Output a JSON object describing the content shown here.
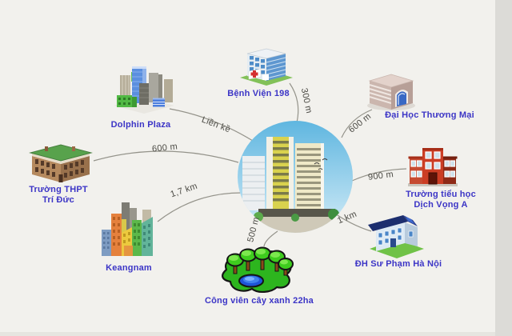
{
  "title": "Project location infographic",
  "colors": {
    "background": "#f2f1ed",
    "band": "#dcdbd7",
    "label": "#3c35c6",
    "distance": "#4b4a44",
    "line": "#8e8d85"
  },
  "center": {
    "icon": "apartment-complex-photo"
  },
  "landmarks": [
    {
      "id": "benh-vien-198",
      "label": "Bệnh Viện 198",
      "distance": "300 m",
      "icon": "hospital-building-icon"
    },
    {
      "id": "dai-hoc-thuong-mai",
      "label": "Đại Học Thương Mại",
      "distance": "600 m",
      "icon": "university-building-icon"
    },
    {
      "id": "truong-tieu-hoc-dich-vong-a",
      "label": "Trường tiểu học",
      "label2": "Dịch Vọng A",
      "distance": "900 m",
      "icon": "red-school-building-icon"
    },
    {
      "id": "dh-su-pham-ha-noi",
      "label": "ĐH Sư Phạm Hà Nội",
      "distance": "1 km",
      "icon": "blue-school-building-icon"
    },
    {
      "id": "cong-vien-cay-xanh-22ha",
      "label": "Công viên cây xanh 22ha",
      "distance": "500 m",
      "icon": "park-trees-pond-icon"
    },
    {
      "id": "keangnam",
      "label": "Keangnam",
      "distance": "1,7 km",
      "icon": "city-skyline-icon"
    },
    {
      "id": "truong-thpt-tri-duc",
      "label": "Trường THPT",
      "label2": "Trí Đức",
      "distance": "600 m",
      "icon": "brick-school-building-icon"
    },
    {
      "id": "dolphin-plaza",
      "label": "Dolphin Plaza",
      "distance": "Liền kề",
      "icon": "towers-cluster-icon"
    }
  ]
}
